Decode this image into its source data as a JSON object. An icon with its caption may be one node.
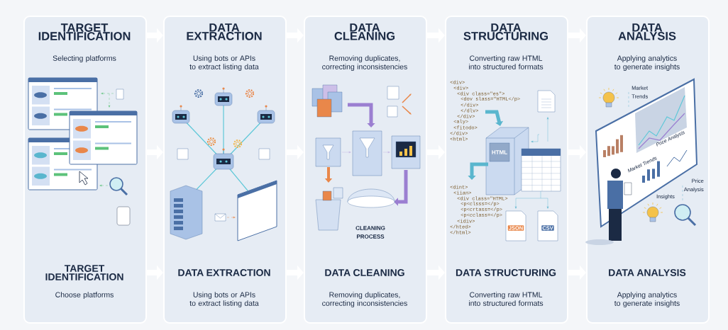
{
  "diagram": {
    "nodes": [
      {
        "text": [
          "TARGET IDENTIFICATION",
          "Selecting platforms",
          "TARGET IDENTIFICATION",
          "Choose platforms"
        ]
      },
      {
        "text": [
          "DATA EXTRACTION",
          "Using bots or APIs to extract listing data",
          "DATA EXTRACTION",
          "Using bots or APIs to extract listing data"
        ]
      },
      {
        "text": [
          "DATA CLEANING",
          "Removing duplicates, correcting inconsistencies",
          "DATA CLEANING",
          "Removing duplicates, correcting inconsistencies"
        ]
      },
      {
        "text": [
          "DATA STRUCTURING",
          "Converting raw HTML into structured formats",
          "DATA STRUCTURING",
          "Converting raw HTML into structured formats"
        ]
      },
      {
        "text": [
          "DATA ANALYSIS",
          "Applying analytics to generate insights",
          "DATA ANALYSIS",
          "Applying analytics to generate insights"
        ]
      }
    ],
    "edges": [
      {
        "from": 0,
        "to": 1,
        "arrow": "to"
      },
      {
        "from": 0,
        "to": 1,
        "arrow": "to"
      },
      {
        "from": 0,
        "to": 1,
        "arrow": "to"
      },
      {
        "from": 1,
        "to": 2,
        "arrow": "to"
      },
      {
        "from": 1,
        "to": 2,
        "arrow": "to"
      },
      {
        "from": 1,
        "to": 2,
        "arrow": "to"
      },
      {
        "from": 2,
        "to": 3,
        "arrow": "to"
      },
      {
        "from": 2,
        "to": 3,
        "arrow": "to"
      },
      {
        "from": 2,
        "to": 3,
        "arrow": "to"
      },
      {
        "from": 3,
        "to": 4,
        "arrow": "to"
      },
      {
        "from": 3,
        "to": 4,
        "arrow": "to"
      },
      {
        "from": 3,
        "to": 4,
        "arrow": "to"
      }
    ],
    "labels": [
      "CLEANING PROCESS",
      "<div>",
      "<div>",
      "<div class=\"es\">",
      "<dov slass=\"HTML</p>",
      "</div>",
      "</dlv>",
      "</div>",
      "<aly>",
      "<fitodo>",
      "</div>",
      "<html>",
      "HTML",
      "<dint>",
      "<iian>",
      "<div class=\"HTML>",
      "<p<clsss=</p>",
      "<p<crtass=</p>",
      "<p<cclass=</p>",
      "<idiv>",
      "</hted>",
      "</html>",
      "JSON",
      "CSV",
      "Market Trends",
      "Price Analysis",
      "Market Trends",
      "Price Analysis",
      "Insights"
    ]
  }
}
